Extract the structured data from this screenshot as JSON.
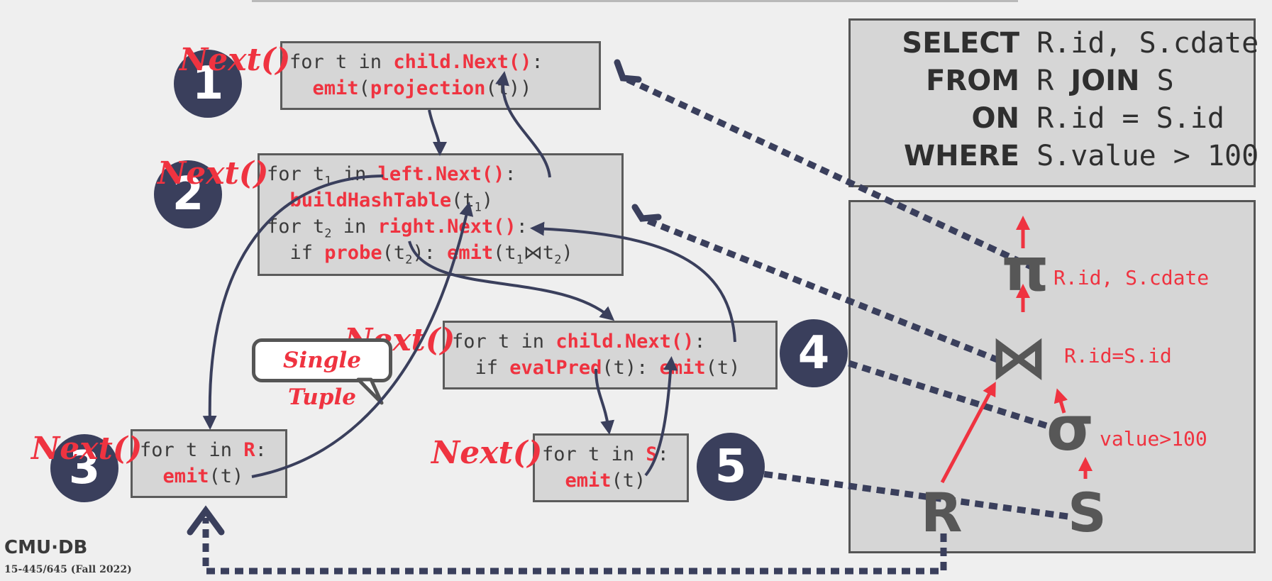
{
  "operators": {
    "op1": {
      "line1": {
        "a": "for t in ",
        "b": "child.Next()",
        "c": ":"
      },
      "line2": {
        "a": "emit",
        "b": "(",
        "c": "projection",
        "d": "(t))"
      }
    },
    "op2": {
      "line1": {
        "a": "for t",
        "sub": "1",
        "b": " in ",
        "c": "left.Next()",
        "d": ":"
      },
      "line2": {
        "a": "buildHashTable",
        "b": "(t",
        "sub": "1",
        "c": ")"
      },
      "line3": {
        "a": "for t",
        "sub": "2",
        "b": " in ",
        "c": "right.Next()",
        "d": ":"
      },
      "line4": {
        "a": "if ",
        "b": "probe",
        "c": "(t",
        "sub1": "2",
        "d": "): ",
        "e": "emit",
        "f": "(t",
        "sub2": "1",
        "g": "⋈",
        "h": "t",
        "sub3": "2",
        "i": ")"
      }
    },
    "op3": {
      "line1": {
        "a": "for t in ",
        "b": "R",
        "c": ":"
      },
      "line2": {
        "a": "emit",
        "b": "(t)"
      }
    },
    "op4": {
      "line1": {
        "a": "for t in ",
        "b": "child.Next()",
        "c": ":"
      },
      "line2": {
        "a": "if ",
        "b": "evalPred",
        "c": "(t): ",
        "d": "emit",
        "e": "(t)"
      }
    },
    "op5": {
      "line1": {
        "a": "for t in ",
        "b": "S",
        "c": ":"
      },
      "line2": {
        "a": "emit",
        "b": "(t)"
      }
    }
  },
  "badges": [
    "1",
    "2",
    "3",
    "4",
    "5"
  ],
  "next_label": "Next()",
  "bubble": "Single Tuple",
  "sql": {
    "select_kw": "SELECT",
    "select_val": "R.id, S.cdate",
    "from_kw": "FROM",
    "from_a": "R ",
    "from_join": "JOIN",
    "from_b": " S",
    "on_kw": "ON",
    "on_val": "R.id = S.id",
    "where_kw": "WHERE",
    "where_val": "S.value > 100"
  },
  "plan": {
    "pi": "π",
    "pi_label": "R.id, S.cdate",
    "join": "⋈",
    "join_label": "R.id=S.id",
    "sigma": "σ",
    "sigma_label": "value>100",
    "r": "R",
    "s": "S"
  },
  "footer": {
    "logo": "CMU·DB",
    "course": "15-445/645 (Fall 2022)"
  },
  "colors": {
    "accent": "#ef3340",
    "navy": "#3a3f5c",
    "box": "#d6d6d6"
  }
}
